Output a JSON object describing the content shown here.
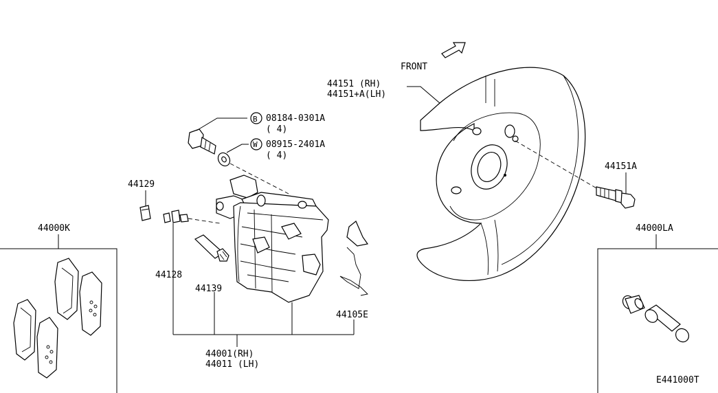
{
  "labels": {
    "front": "FRONT",
    "shield_rh": "44151  (RH)",
    "shield_lh": "44151+A(LH)",
    "bolt_code": "08184-0301A",
    "bolt_qty": "( 4)",
    "washer_code": "08915-2401A",
    "washer_qty": "( 4)",
    "bolt_marker": "B",
    "washer_marker": "W",
    "cap": "44129",
    "bleeder": "44128",
    "pin": "44139",
    "spring": "44105E",
    "shield_bolt": "44151A",
    "pad_kit": "44000K",
    "pin_kit": "44000LA",
    "caliper_rh": "44001(RH)",
    "caliper_lh": "44011 (LH)",
    "diagram_code": "E441000T"
  }
}
